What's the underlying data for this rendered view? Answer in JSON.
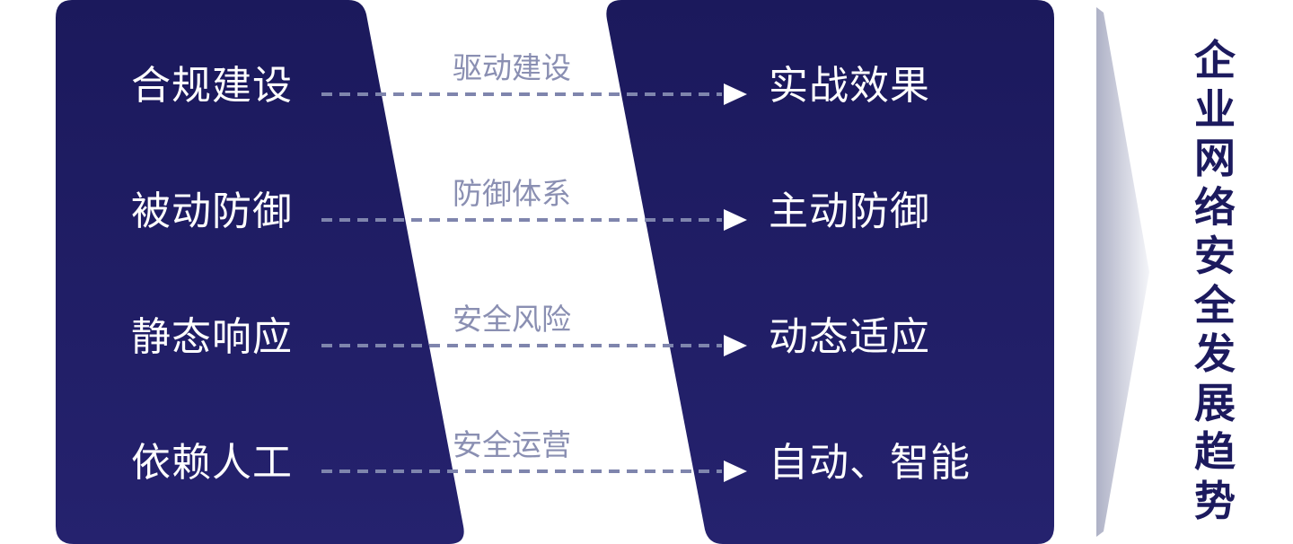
{
  "rows": [
    {
      "left": "合规建设",
      "middle": "驱动建设",
      "right": "实战效果"
    },
    {
      "left": "被动防御",
      "middle": "防御体系",
      "right": "主动防御"
    },
    {
      "left": "静态响应",
      "middle": "安全风险",
      "right": "动态适应"
    },
    {
      "left": "依赖人工",
      "middle": "安全运营",
      "right": "自动、智能"
    }
  ],
  "trend_title": [
    "企",
    "业",
    "网",
    "络",
    "安",
    "全",
    "发",
    "展",
    "趋",
    "势"
  ],
  "colors": {
    "panel_top": "#1c1a5e",
    "panel_bottom": "#23206c",
    "arrow_dash": "#7f85ad",
    "middle_text": "#8a8fb2",
    "trend_text": "#1c1a5e",
    "trend_arrow_dark": "#b6b9cc",
    "trend_arrow_light": "#f4f5f9"
  }
}
